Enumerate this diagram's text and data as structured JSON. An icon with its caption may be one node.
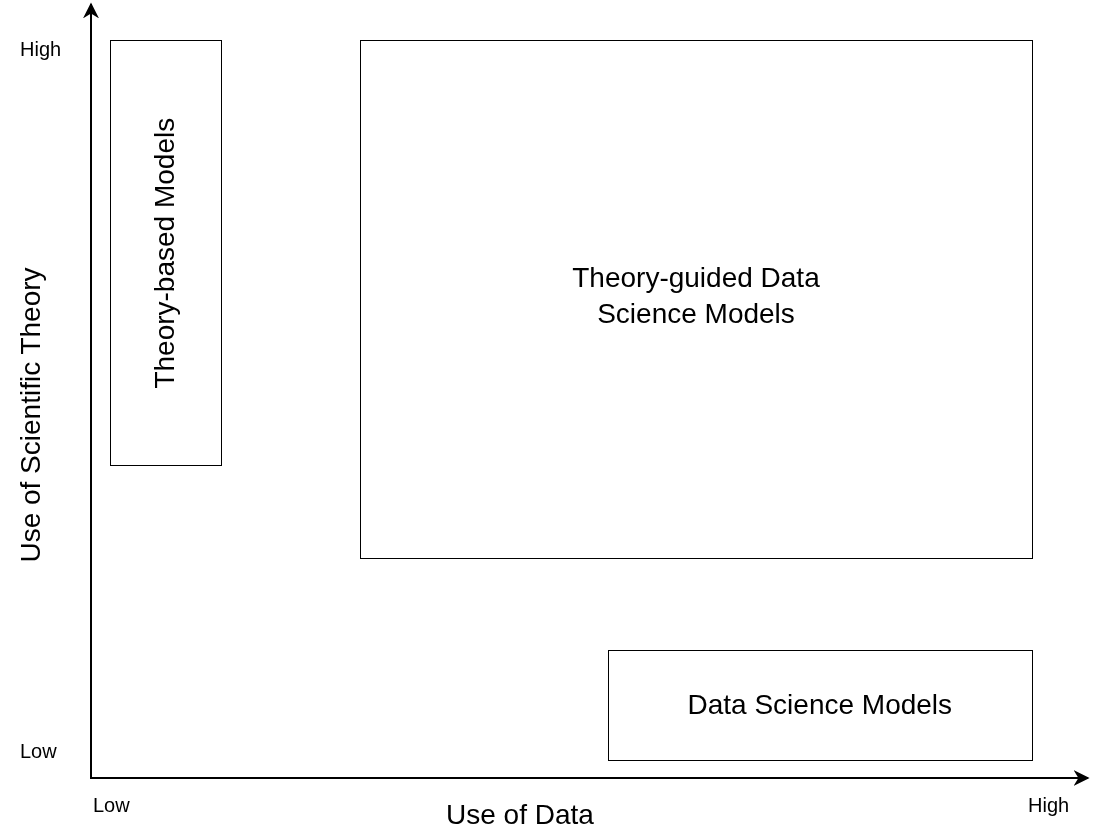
{
  "diagram": {
    "nodes": [
      {
        "text": [
          "Theory-based Models"
        ]
      },
      {
        "text": [
          "Theory-guided Data Science Models"
        ]
      },
      {
        "text": [
          "Data Science Models"
        ]
      }
    ],
    "edges": [],
    "labels": [
      "High",
      "Use of Scientific Theory",
      "Low",
      "Low",
      "High",
      "Use of Data"
    ]
  }
}
